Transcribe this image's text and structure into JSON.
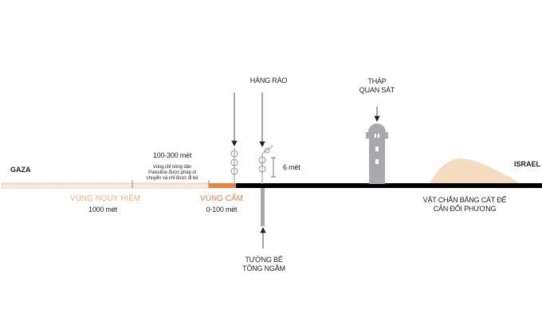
{
  "sides": {
    "left": "GAZA",
    "right": "ISRAEL"
  },
  "zones": {
    "danger": {
      "label": "VÙNG NGUY HIỂM",
      "width": "1000 mét",
      "color": "#f4c9a8"
    },
    "inner": {
      "range": "100-300 mét",
      "note": [
        "Vùng chỉ nông dân",
        "Palestine được phép di",
        "chuyển và chỉ được đi bộ"
      ]
    },
    "forbidden": {
      "label": "VÙNG CẤM",
      "width": "0-100 mét",
      "color": "#e8843e"
    }
  },
  "fence": {
    "label": "HÀNG RÀO",
    "height": "6 mét"
  },
  "tower": {
    "label": [
      "THÁP",
      "QUAN SÁT"
    ]
  },
  "underground": {
    "label": [
      "TƯỜNG BÊ",
      "TÔNG NGẦM"
    ]
  },
  "sand_barrier": {
    "label": [
      "VẬT CHẮN BẰNG CÁT ĐỂ",
      "CẢN ĐỐI PHƯƠNG"
    ],
    "color": "#f5dcc0"
  },
  "colors": {
    "ground": "#000000",
    "structure": "#a7a9ac",
    "text": "#231f20"
  }
}
